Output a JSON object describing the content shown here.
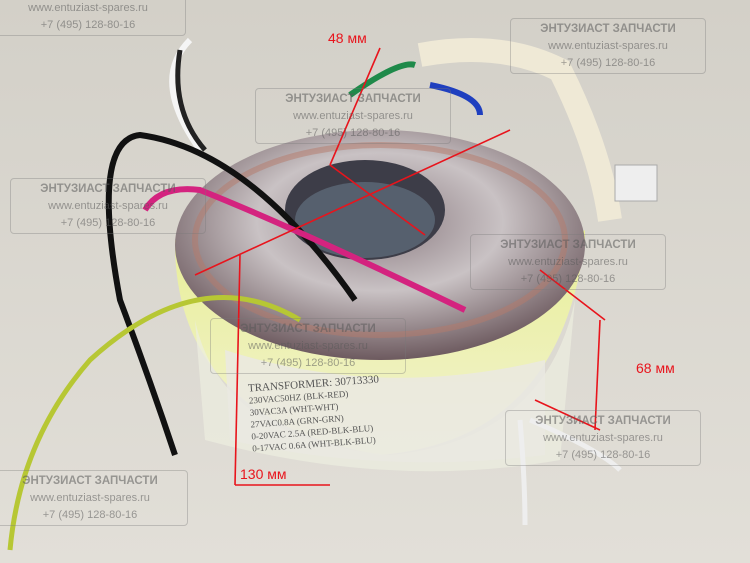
{
  "watermark": {
    "company": "ЭНТУЗИАСТ ЗАПЧАСТИ",
    "website": "www.entuziast-spares.ru",
    "phone": "+7 (495) 128-80-16"
  },
  "measurements": {
    "inner_diameter": "48 мм",
    "height": "68 мм",
    "outer_diameter": "130 мм"
  },
  "product_label": {
    "title": "TRANSFORMER: 30713330",
    "lines": [
      "230VAC50HZ (BLK-RED)",
      "30VAC3A (WHT-WHT)",
      "27VAC0.8A (GRN-GRN)",
      "0-20VAC 2.5A (RED-BLK-BLU)",
      "0-17VAC 0.6A (WHT-BLK-BLU)"
    ]
  },
  "colors": {
    "annotation": "#e8141c",
    "tape": "#e4ec8a"
  }
}
